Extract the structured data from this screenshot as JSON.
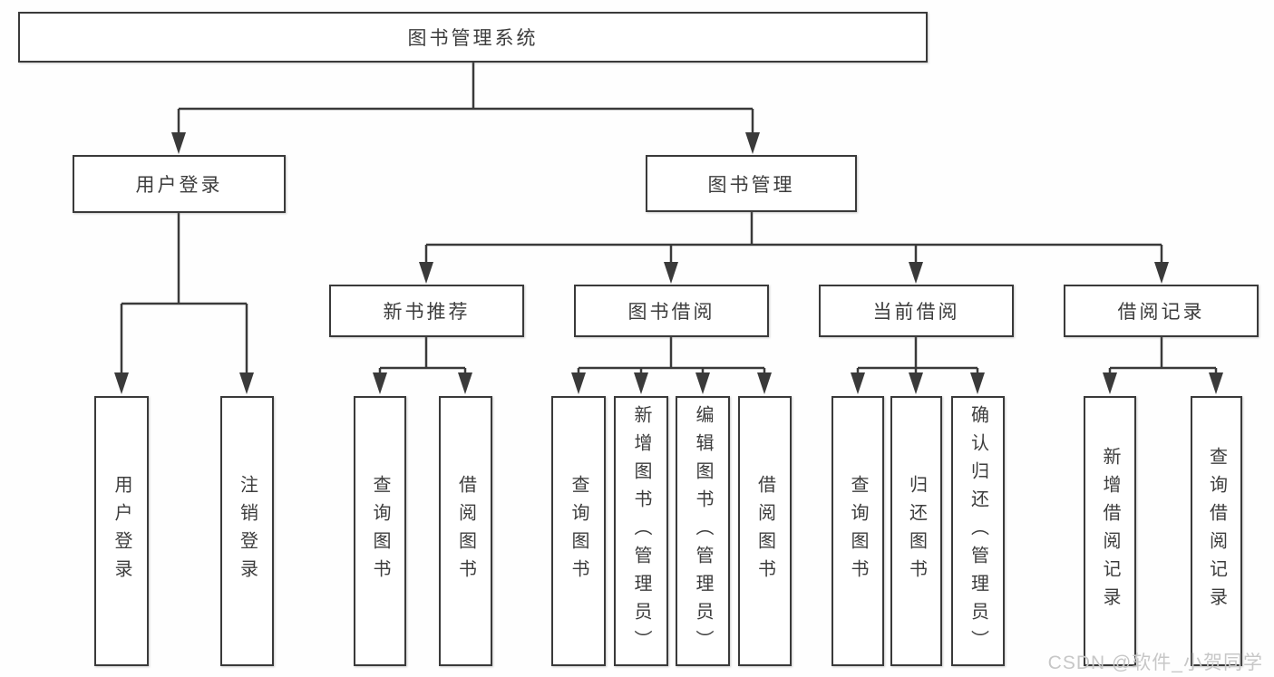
{
  "title": "图书管理系统",
  "colors": {
    "line": "#3a3a3a",
    "text": "#3d3d3d",
    "box_background": "#ffffff",
    "watermark": "#c7c7c7"
  },
  "tree": {
    "root": {
      "label": "图书管理系统"
    },
    "branches": [
      {
        "label": "用户登录",
        "children": [
          {
            "label": "用户登录"
          },
          {
            "label": "注销登录"
          }
        ]
      },
      {
        "label": "图书管理",
        "children": [
          {
            "label": "新书推荐",
            "children": [
              {
                "label": "查询图书"
              },
              {
                "label": "借阅图书"
              }
            ]
          },
          {
            "label": "图书借阅",
            "children": [
              {
                "label": "查询图书"
              },
              {
                "label": "新增图书（管理员）"
              },
              {
                "label": "编辑图书（管理员）"
              },
              {
                "label": "借阅图书"
              }
            ]
          },
          {
            "label": "当前借阅",
            "children": [
              {
                "label": "查询图书"
              },
              {
                "label": "归还图书"
              },
              {
                "label": "确认归还（管理员）"
              }
            ]
          },
          {
            "label": "借阅记录",
            "children": [
              {
                "label": "新增借阅记录"
              },
              {
                "label": "查询借阅记录"
              }
            ]
          }
        ]
      }
    ]
  },
  "watermark": "CSDN @软件_小贺同学"
}
